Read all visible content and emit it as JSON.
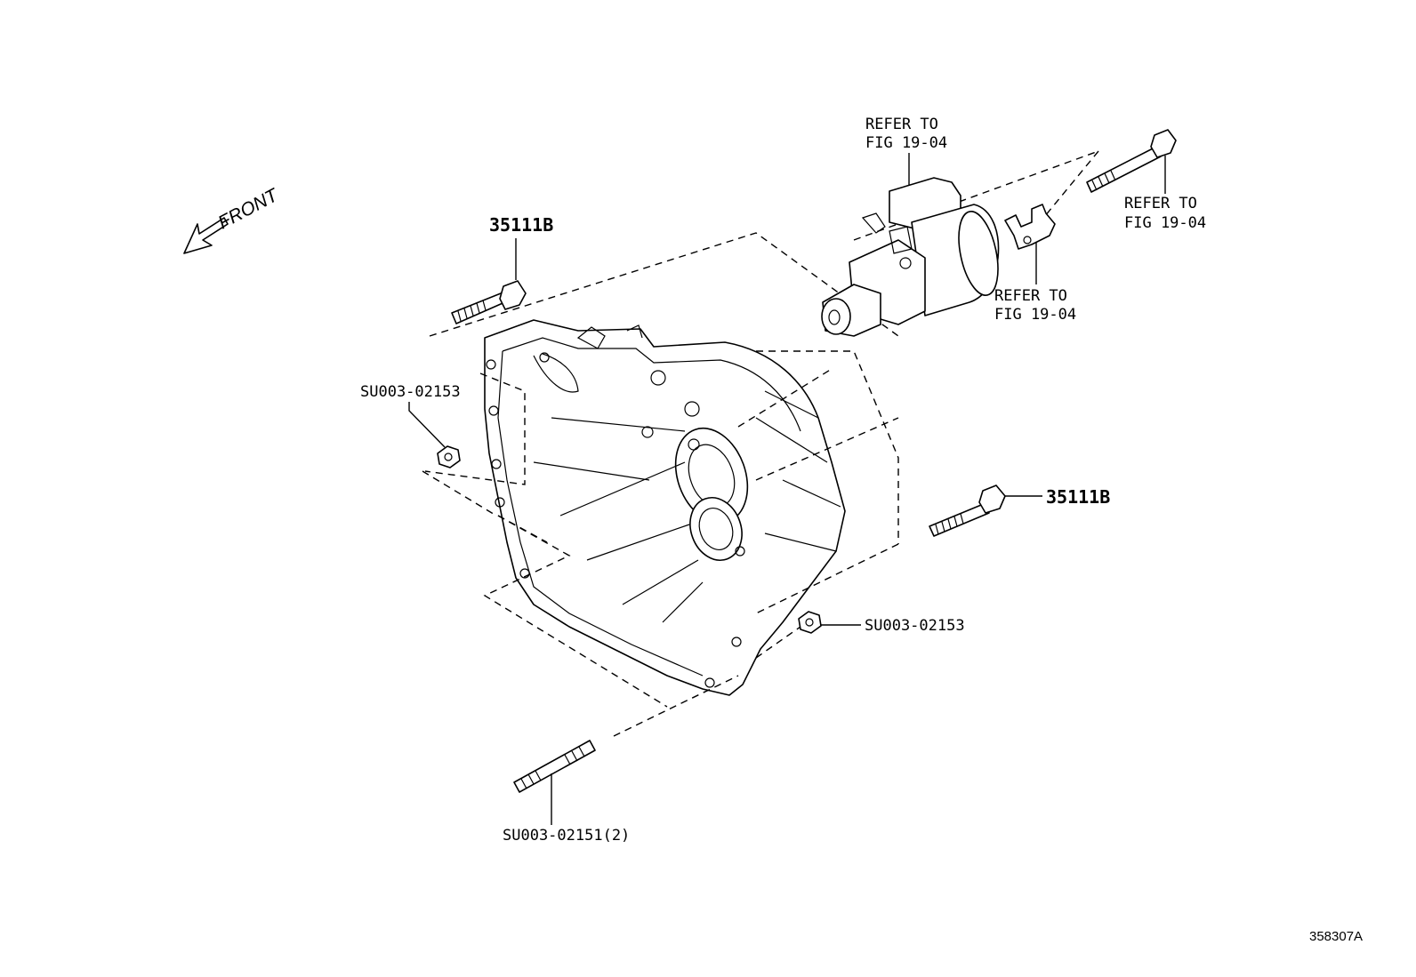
{
  "front_indicator": {
    "label": "FRONT"
  },
  "callouts": {
    "bolt_top": "35111B",
    "bolt_right": "35111B",
    "nut_left": "SU003-02153",
    "nut_right": "SU003-02153",
    "stud_bottom": "SU003-02151(2)",
    "starter_ref": {
      "line1": "REFER TO",
      "line2": "FIG 19-04"
    },
    "bracket_ref": {
      "line1": "REFER TO",
      "line2": "FIG 19-04"
    },
    "starter_bolt_ref": {
      "line1": "REFER TO",
      "line2": "FIG 19-04"
    }
  },
  "figure_id": "358307A",
  "icons": [
    "front-arrow-icon",
    "bolt-icon",
    "nut-icon",
    "stud-icon",
    "starter-motor-icon",
    "bracket-icon",
    "transmission-housing-icon"
  ]
}
